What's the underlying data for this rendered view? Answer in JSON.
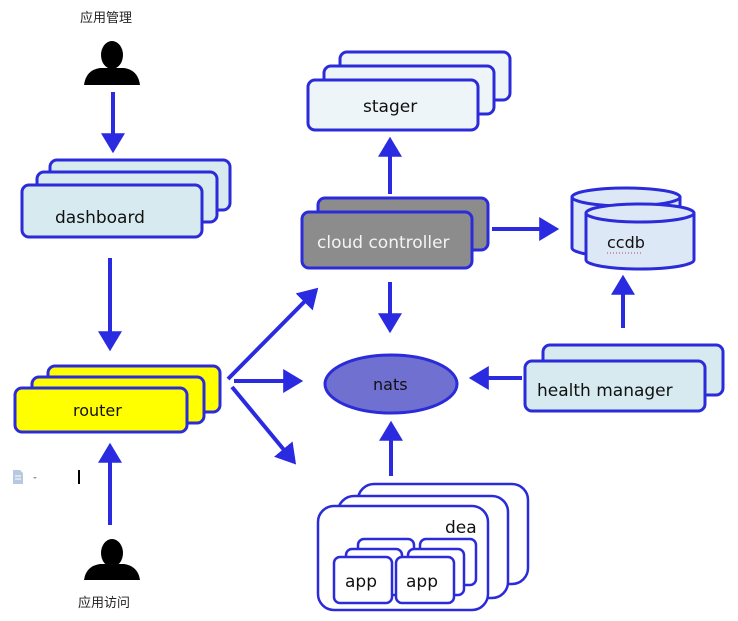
{
  "diagram": {
    "title": "",
    "actors": {
      "top_label": "应用管理",
      "bottom_label": "应用访问"
    },
    "nodes": {
      "dashboard": "dashboard",
      "router": "router",
      "stager": "stager",
      "cloud_controller": "cloud controller",
      "ccdb": "ccdb",
      "nats": "nats",
      "health_manager": "health manager",
      "dea": "dea",
      "app_1": "app",
      "app_2": "app"
    },
    "edges": [
      {
        "from": "应用管理",
        "to": "dashboard"
      },
      {
        "from": "dashboard",
        "to": "router"
      },
      {
        "from": "应用访问",
        "to": "router"
      },
      {
        "from": "router",
        "to": "cloud controller"
      },
      {
        "from": "router",
        "to": "nats"
      },
      {
        "from": "router",
        "to": "dea"
      },
      {
        "from": "cloud controller",
        "to": "stager"
      },
      {
        "from": "cloud controller",
        "to": "ccdb"
      },
      {
        "from": "cloud controller",
        "to": "nats"
      },
      {
        "from": "health manager",
        "to": "ccdb"
      },
      {
        "from": "health manager",
        "to": "nats"
      },
      {
        "from": "dea",
        "to": "nats"
      }
    ],
    "colors": {
      "stroke": "#2b2bd9",
      "arrow": "#2a2ae0",
      "light_box": "#d6eaf0",
      "stager_box": "#eef5f8",
      "router_fill": "#ffff00",
      "controller_fill": "#8c8c8c",
      "nats_fill": "#7070d0",
      "ccdb_fill": "#dde8f7"
    }
  }
}
